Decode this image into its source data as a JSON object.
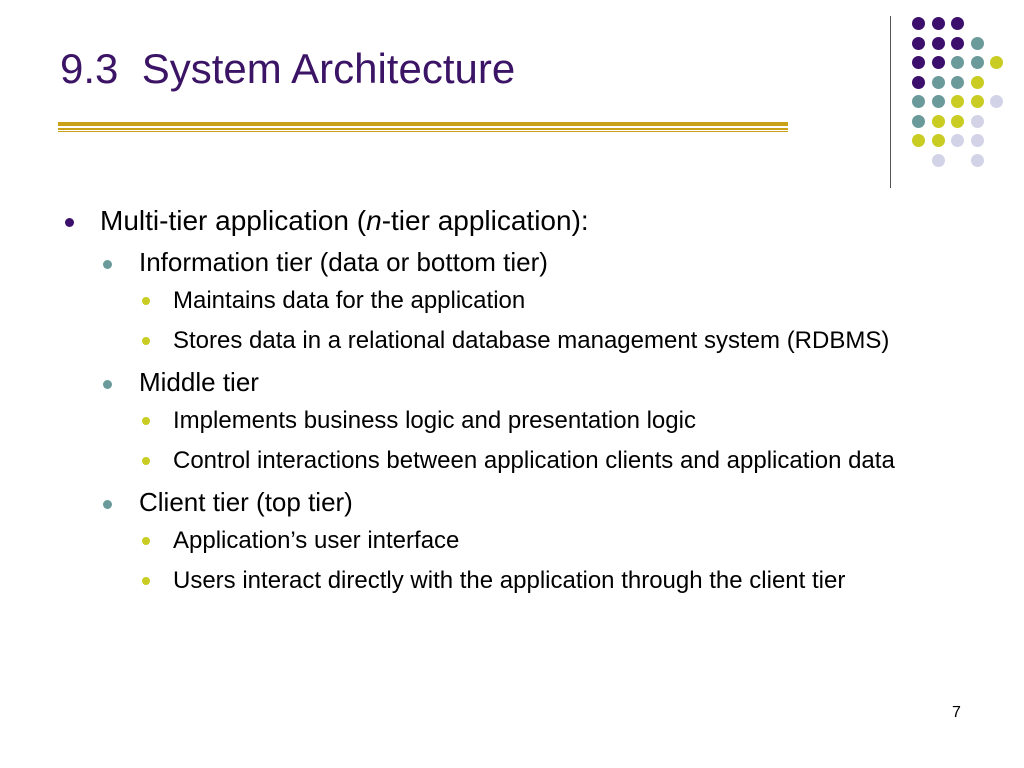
{
  "slide": {
    "title": "9.3  System Architecture",
    "page_number": "7",
    "colors": {
      "title": "#3b1466",
      "purple": "#3b0f6b",
      "teal": "#6b9a9b",
      "olive": "#c9cc22",
      "lavender": "#d3d3e8",
      "rule": "#c9a21a",
      "bullet_l1": "#3b0f6b",
      "bullet_l2": "#6b9a9b",
      "bullet_l3": "#c9cc22",
      "vline": "#555555"
    },
    "decoration": {
      "name": "dot-grid",
      "description_icon": "dots-pattern-icon"
    }
  },
  "content": {
    "level1": {
      "before": "Multi-tier application (",
      "italic": "n",
      "after": "-tier application):"
    },
    "tiers": [
      {
        "label": "Information tier (data or bottom tier)",
        "points": [
          "Maintains data for the application",
          "Stores data in a relational database management system (RDBMS)"
        ]
      },
      {
        "label": "Middle tier",
        "points": [
          "Implements business logic and presentation logic",
          "Control interactions between application clients and application data"
        ]
      },
      {
        "label": "Client tier (top tier)",
        "points": [
          "Application’s user interface",
          "Users interact directly with the application through the client tier"
        ]
      }
    ]
  }
}
